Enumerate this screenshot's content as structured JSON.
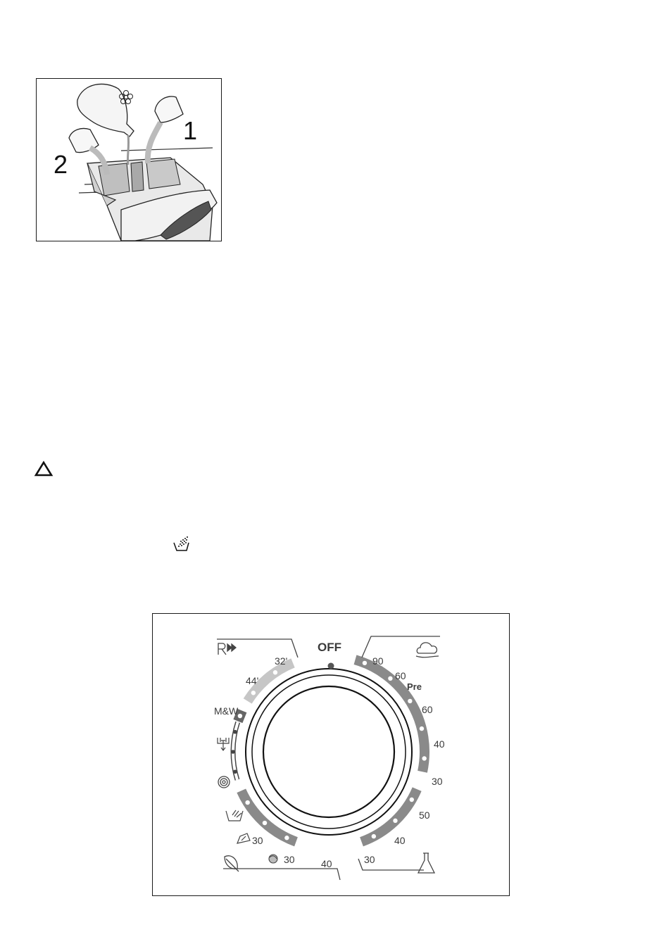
{
  "dispenser_figure": {
    "compartment_1": "1",
    "compartment_2": "2"
  },
  "program_dial": {
    "off_label": "OFF",
    "quick": {
      "t1": "32'",
      "t2": "44'"
    },
    "mw_label": "M&W",
    "cotton": {
      "t90": "90",
      "t60": "60",
      "pre": "Pre",
      "t60b": "60",
      "t40": "40",
      "t30": "30"
    },
    "synthetics": {
      "t50": "50",
      "t40": "40",
      "t30": "30"
    },
    "delicates": {
      "t30a": "30",
      "t30b": "30",
      "t40": "40"
    },
    "colors": {
      "grey_arc": "#8a8a8a",
      "light_arc": "#c6c6c6"
    }
  }
}
